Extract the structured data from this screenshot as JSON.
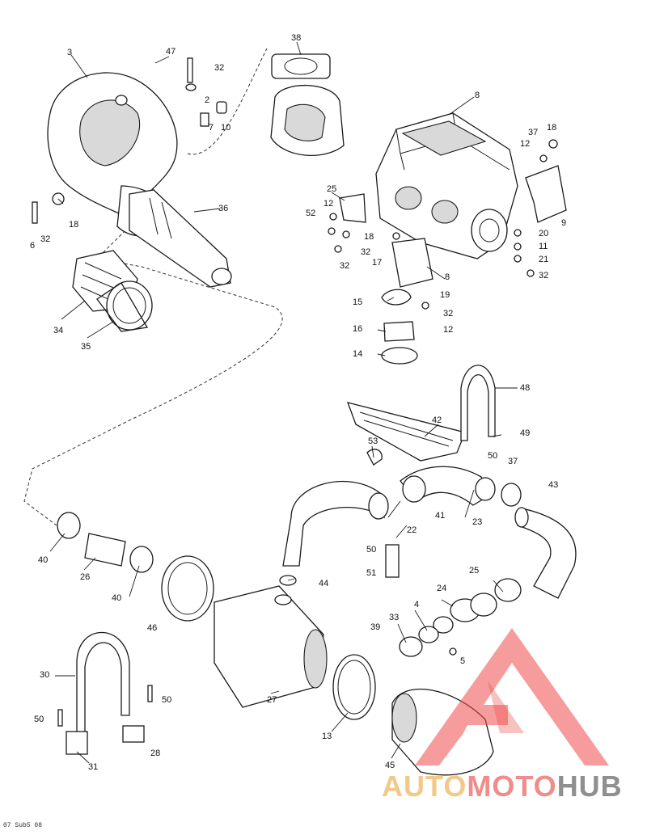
{
  "diagram": {
    "callouts": [
      {
        "id": "c3",
        "text": "3"
      },
      {
        "id": "c47",
        "text": "47"
      },
      {
        "id": "c32a",
        "text": "32"
      },
      {
        "id": "c38",
        "text": "38"
      },
      {
        "id": "c2",
        "text": "2"
      },
      {
        "id": "c7",
        "text": "7"
      },
      {
        "id": "c10a",
        "text": "10"
      },
      {
        "id": "c8",
        "text": "8"
      },
      {
        "id": "c18a",
        "text": "18"
      },
      {
        "id": "c6",
        "text": "6"
      },
      {
        "id": "c32b",
        "text": "32"
      },
      {
        "id": "c36",
        "text": "36"
      },
      {
        "id": "c34",
        "text": "34"
      },
      {
        "id": "c35",
        "text": "35"
      },
      {
        "id": "c25a",
        "text": "25"
      },
      {
        "id": "c12a",
        "text": "12"
      },
      {
        "id": "c52",
        "text": "52"
      },
      {
        "id": "c18b",
        "text": "18"
      },
      {
        "id": "c32c",
        "text": "32"
      },
      {
        "id": "c32d",
        "text": "32"
      },
      {
        "id": "c17",
        "text": "17"
      },
      {
        "id": "c8b",
        "text": "8"
      },
      {
        "id": "c37top",
        "text": "37"
      },
      {
        "id": "c18c",
        "text": "18"
      },
      {
        "id": "c12b",
        "text": "12"
      },
      {
        "id": "c9",
        "text": "9"
      },
      {
        "id": "c20",
        "text": "20"
      },
      {
        "id": "c11",
        "text": "11"
      },
      {
        "id": "c21",
        "text": "21"
      },
      {
        "id": "c32e",
        "text": "32"
      },
      {
        "id": "c15",
        "text": "15"
      },
      {
        "id": "c19",
        "text": "19"
      },
      {
        "id": "c32f",
        "text": "32"
      },
      {
        "id": "c16",
        "text": "16"
      },
      {
        "id": "c12c",
        "text": "12"
      },
      {
        "id": "c14",
        "text": "14"
      },
      {
        "id": "c48",
        "text": "48"
      },
      {
        "id": "c42",
        "text": "42"
      },
      {
        "id": "c49",
        "text": "49"
      },
      {
        "id": "c53",
        "text": "53"
      },
      {
        "id": "c50a",
        "text": "50"
      },
      {
        "id": "c37",
        "text": "37"
      },
      {
        "id": "c43",
        "text": "43"
      },
      {
        "id": "c41",
        "text": "41"
      },
      {
        "id": "c23",
        "text": "23"
      },
      {
        "id": "c22",
        "text": "22"
      },
      {
        "id": "c50b",
        "text": "50"
      },
      {
        "id": "c51",
        "text": "51"
      },
      {
        "id": "c44",
        "text": "44"
      },
      {
        "id": "c40a",
        "text": "40"
      },
      {
        "id": "c26a",
        "text": "26"
      },
      {
        "id": "c40b",
        "text": "40"
      },
      {
        "id": "c46",
        "text": "46"
      },
      {
        "id": "c25b",
        "text": "25"
      },
      {
        "id": "c24",
        "text": "24"
      },
      {
        "id": "c4",
        "text": "4"
      },
      {
        "id": "c33",
        "text": "33"
      },
      {
        "id": "c39",
        "text": "39"
      },
      {
        "id": "c5",
        "text": "5"
      },
      {
        "id": "c30",
        "text": "30"
      },
      {
        "id": "c50c",
        "text": "50"
      },
      {
        "id": "c50d",
        "text": "50"
      },
      {
        "id": "c27",
        "text": "27"
      },
      {
        "id": "c13",
        "text": "13"
      },
      {
        "id": "c45",
        "text": "45"
      },
      {
        "id": "c31",
        "text": "31"
      },
      {
        "id": "c28",
        "text": "28"
      }
    ],
    "drawing_code": "07 Sub5 08"
  },
  "watermark": {
    "text_parts": [
      "AUTO",
      "MOTO",
      "HUB"
    ],
    "colors": {
      "auto": "#f3c98a",
      "moto": "#f08c8c",
      "hub": "#8f8f8f",
      "logo": "#ee4b4b"
    }
  }
}
